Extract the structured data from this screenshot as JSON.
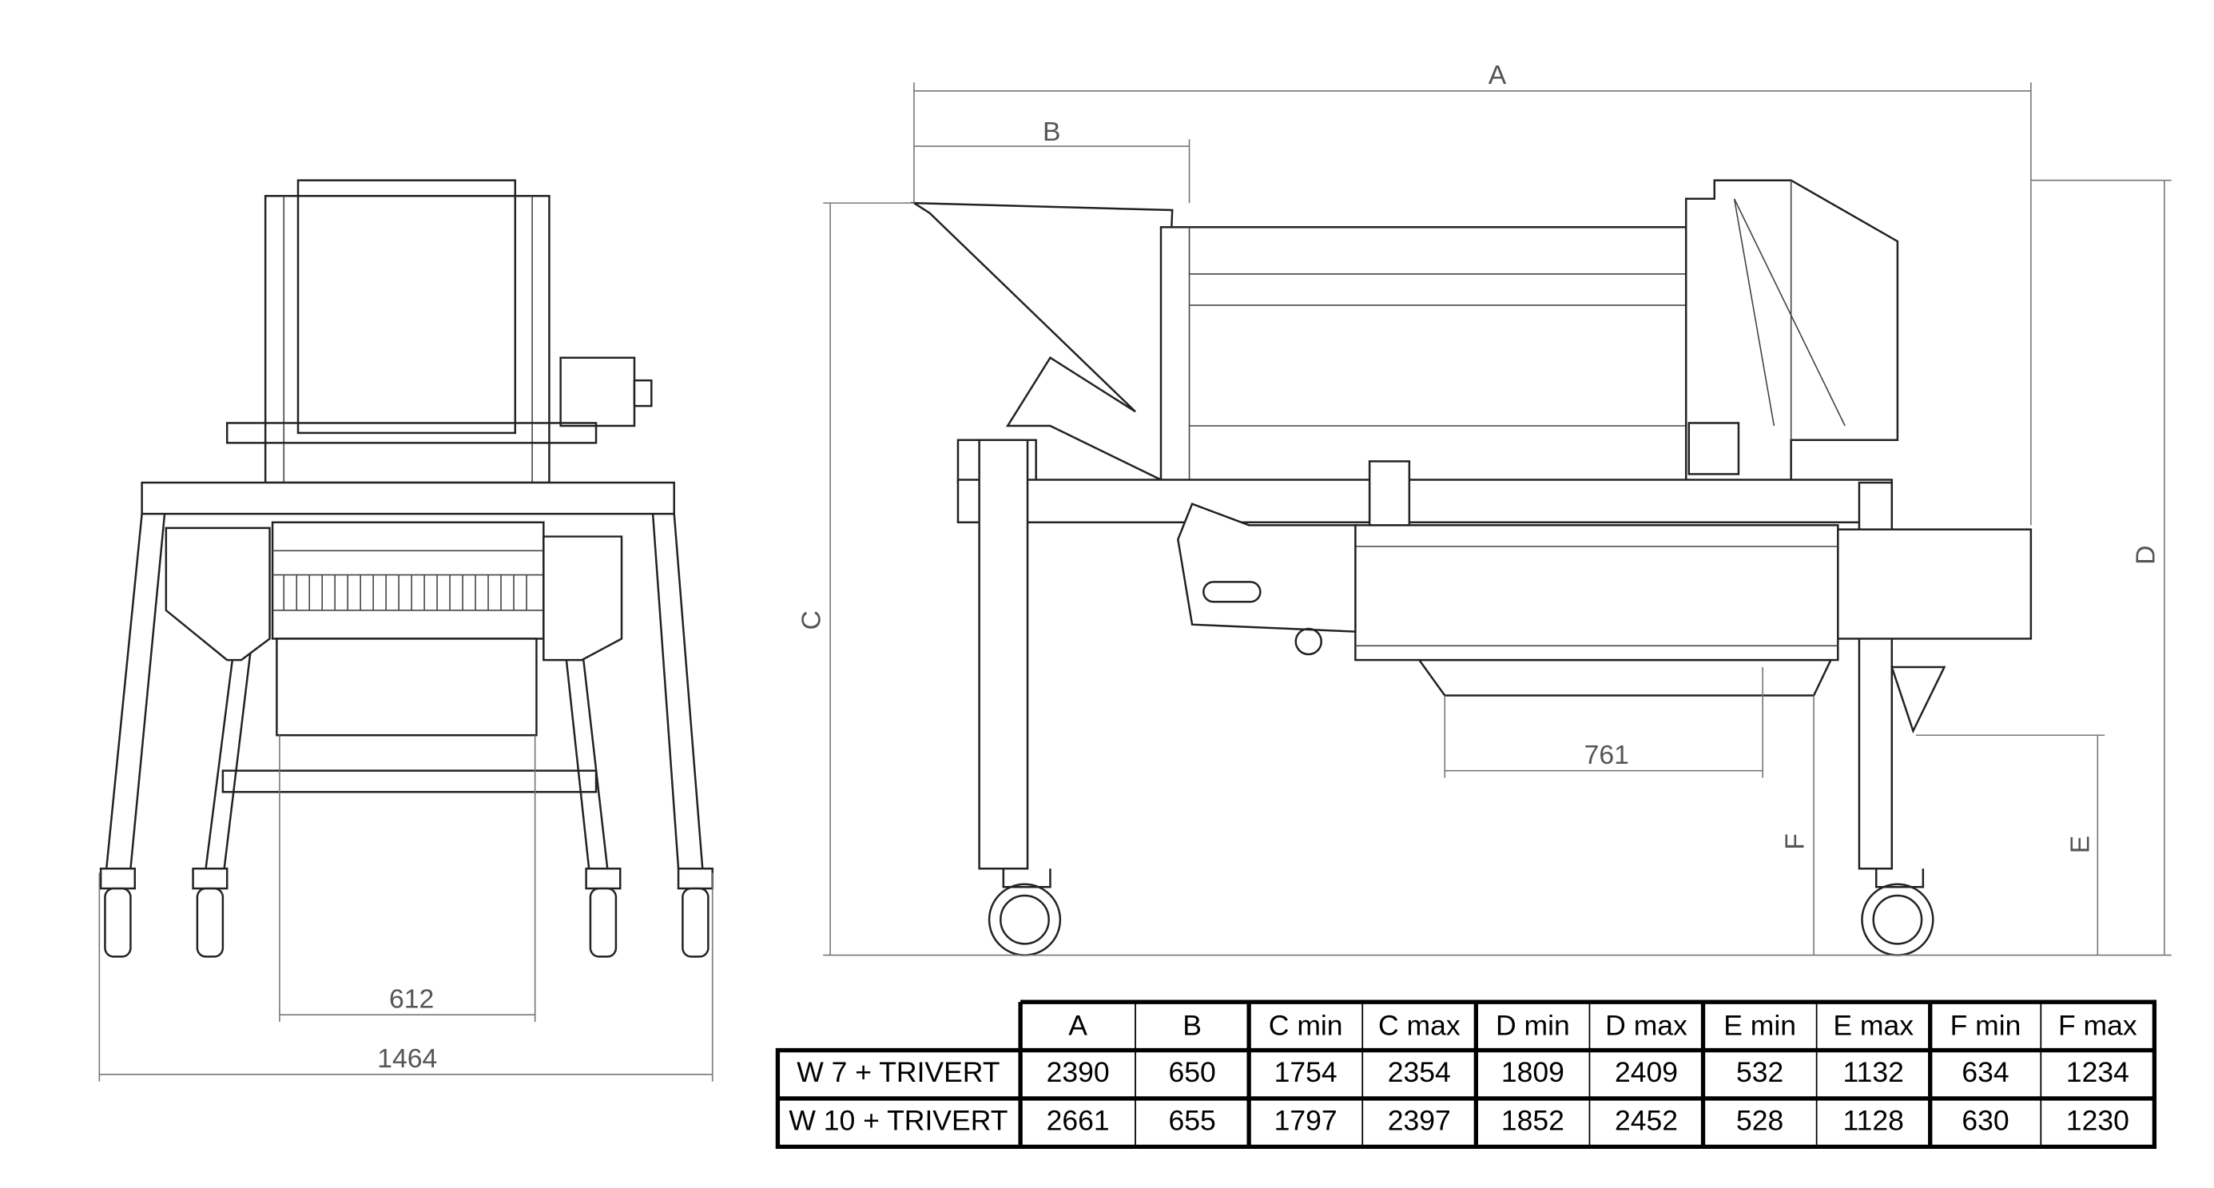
{
  "front_view": {
    "dim_inner_width": "612",
    "dim_total_width": "1464"
  },
  "side_view": {
    "labels": {
      "A": "A",
      "B": "B",
      "C": "C",
      "D": "D",
      "E": "E",
      "F": "F"
    },
    "dim_tray_length": "761"
  },
  "table": {
    "headers": [
      "A",
      "B",
      "C min",
      "C max",
      "D min",
      "D max",
      "E min",
      "E max",
      "F min",
      "F max"
    ],
    "rows": [
      {
        "model": "W 7 + TRIVERT",
        "values": [
          "2390",
          "650",
          "1754",
          "2354",
          "1809",
          "2409",
          "532",
          "1132",
          "634",
          "1234"
        ]
      },
      {
        "model": "W 10 + TRIVERT",
        "values": [
          "2661",
          "655",
          "1797",
          "2397",
          "1852",
          "2452",
          "528",
          "1128",
          "630",
          "1230"
        ]
      }
    ]
  }
}
